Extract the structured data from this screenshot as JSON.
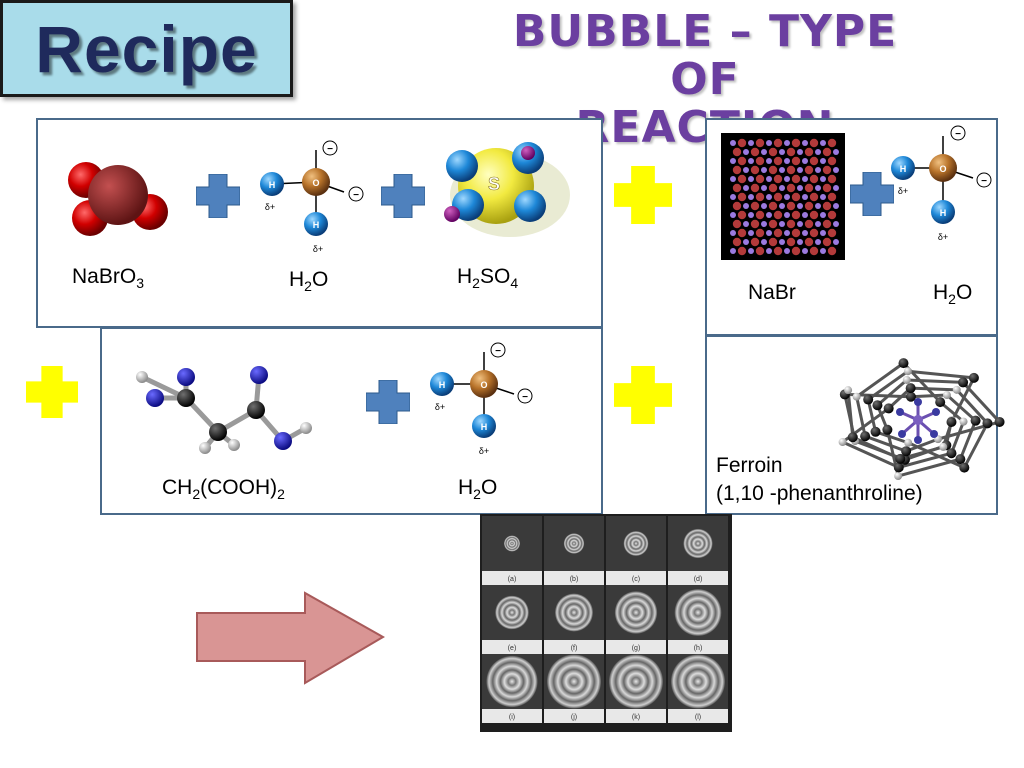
{
  "header": {
    "recipe_label": "Recipe",
    "title_line1": "BUBBLE – TYPE OF",
    "title_line2": "REACTION"
  },
  "reactants": {
    "nabro3": {
      "main": "NaBrO",
      "sub": "3"
    },
    "water": {
      "pre": "H",
      "sub": "2",
      "post": "O"
    },
    "h2so4": {
      "pre": "H",
      "sub1": "2",
      "mid": "SO",
      "sub2": "4"
    },
    "nabr": "NaBr",
    "malonic": {
      "a": "CH",
      "sub1": "2",
      "b": "(COOH)",
      "sub2": "2"
    },
    "ferroin_line1": "Ferroin",
    "ferroin_line2": "(1,10 -phenanthroline)"
  },
  "molecule_text": {
    "h": "H",
    "o": "O",
    "s": "S",
    "minus": "−",
    "delta_plus": "δ+"
  },
  "photo_panel_labels": [
    "(a)",
    "(b)",
    "(c)",
    "(d)",
    "(e)",
    "(f)",
    "(g)",
    "(h)",
    "(i)",
    "(j)",
    "(k)",
    "(l)"
  ],
  "colors": {
    "blue_plus": "#4f81bd",
    "yellow_plus": "#ffff00",
    "arrow": "#d99594",
    "title": "#6b3fa0"
  }
}
